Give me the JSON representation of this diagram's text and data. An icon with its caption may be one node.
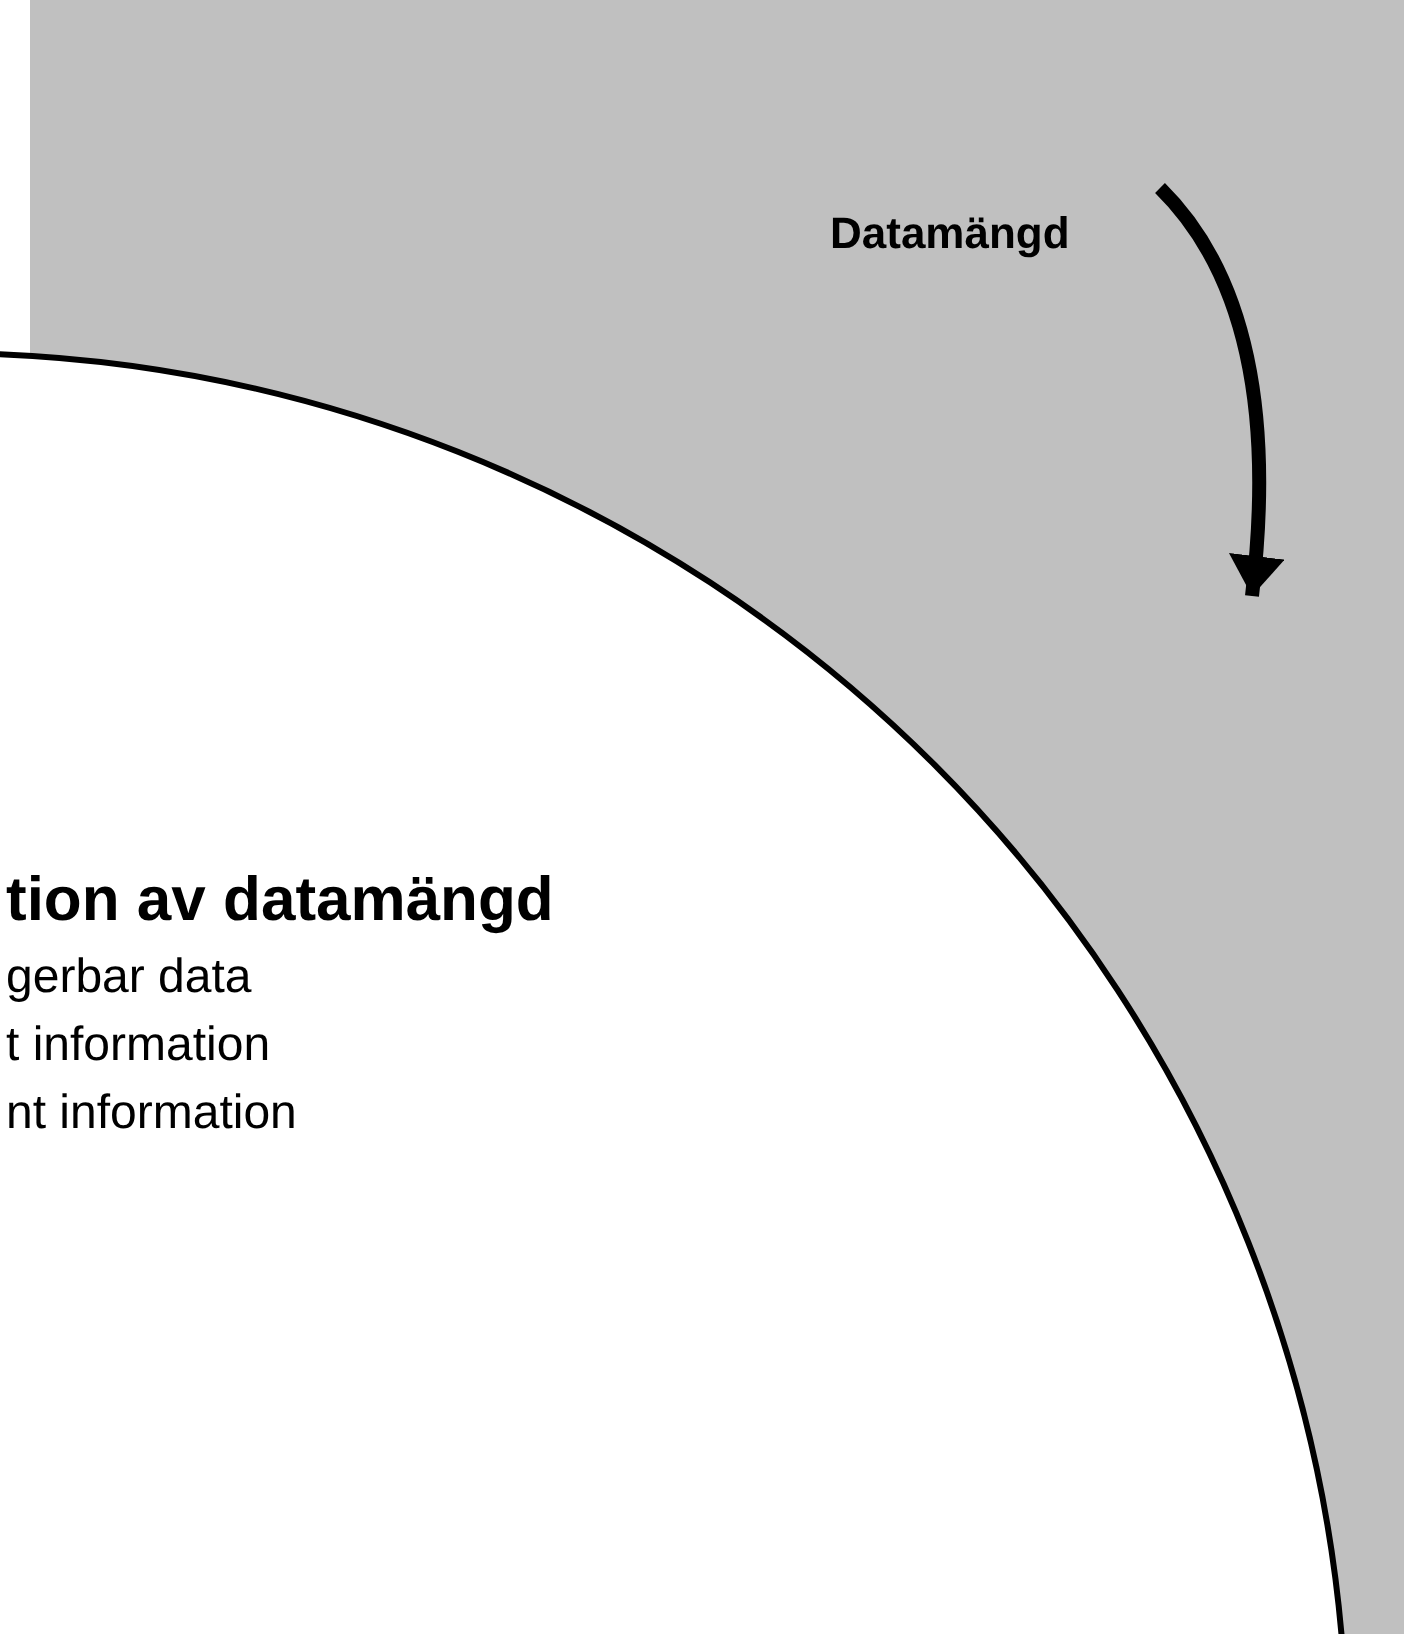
{
  "diagram": {
    "nodes": [
      {
        "text": [
          "Datamängd"
        ]
      },
      {
        "text": [
          "tion av datamängd",
          "gerbar data",
          "t information",
          "nt information"
        ]
      }
    ],
    "edges": [
      {
        "from": 0,
        "to": 1,
        "arrow": "to"
      }
    ]
  }
}
